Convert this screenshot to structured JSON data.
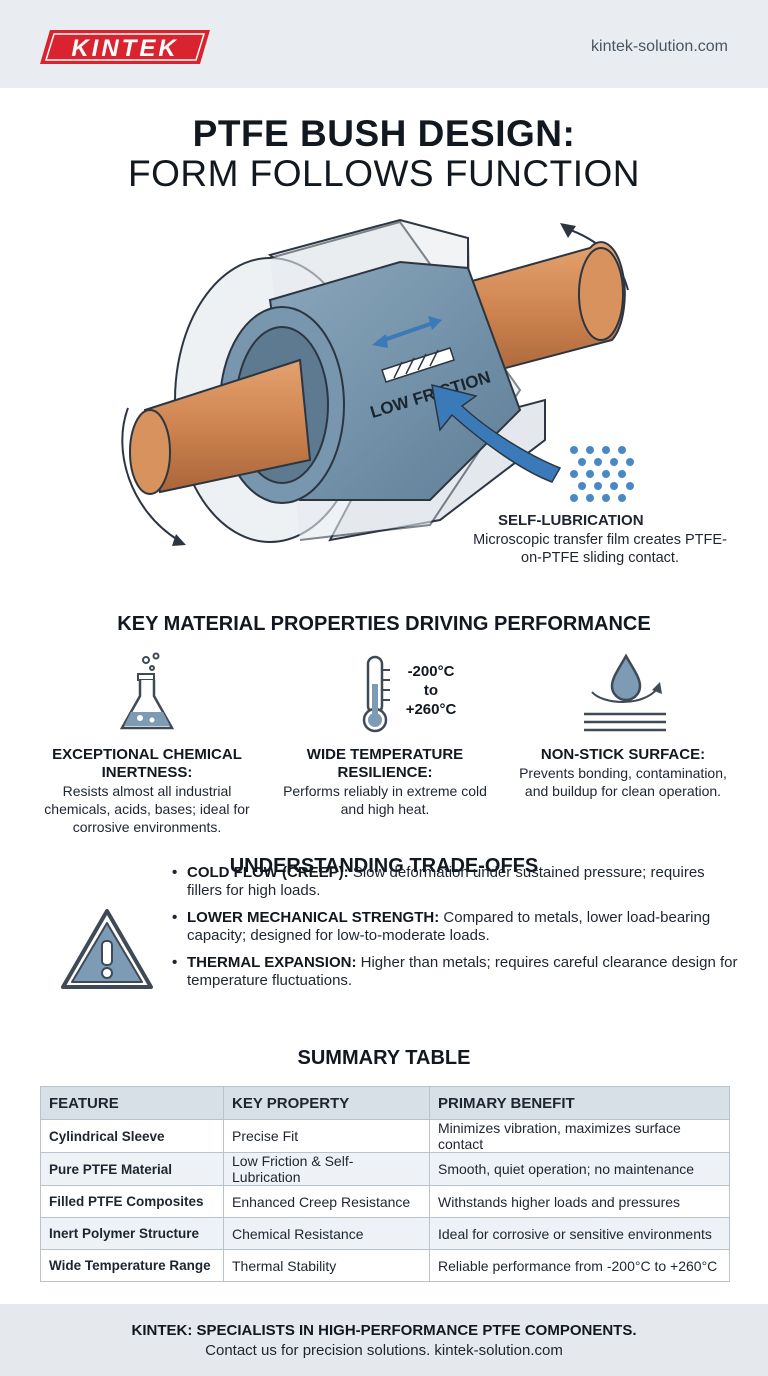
{
  "header": {
    "brand": "KINTEK",
    "url": "kintek-solution.com"
  },
  "title": {
    "line1": "PTFE BUSH DESIGN:",
    "line2": "FORM FOLLOWS FUNCTION"
  },
  "hero": {
    "bush_label": "LOW FRICTION",
    "self_lubrication": {
      "title": "SELF-LUBRICATION",
      "text": "Microscopic transfer film creates PTFE-on-PTFE sliding contact."
    }
  },
  "properties": {
    "title": "KEY MATERIAL PROPERTIES DRIVING PERFORMANCE",
    "items": [
      {
        "icon": "flask-icon",
        "title": "EXCEPTIONAL CHEMICAL INERTNESS:",
        "text": "Resists almost all industrial chemicals, acids, bases; ideal for corrosive environments."
      },
      {
        "icon": "thermometer-icon",
        "title": "WIDE TEMPERATURE RESILIENCE:",
        "text": "Performs reliably in extreme cold and high heat."
      },
      {
        "icon": "droplet-icon",
        "title": "NON-STICK SURFACE:",
        "text": "Prevents bonding, contamination, and buildup for clean operation."
      }
    ],
    "temp_range": {
      "low": "-200°C",
      "to": "to",
      "high": "+260°C"
    }
  },
  "tradeoffs": {
    "title": "UNDERSTANDING TRADE-OFFS",
    "icon": "warning-icon",
    "items": [
      {
        "term": "COLD FLOW (CREEP):",
        "text": "Slow deformation under sustained pressure; requires fillers for high loads."
      },
      {
        "term": "LOWER MECHANICAL STRENGTH:",
        "text": "Compared to metals, lower load-bearing capacity; designed for low-to-moderate loads."
      },
      {
        "term": "THERMAL EXPANSION:",
        "text": "Higher than metals; requires careful clearance design for temperature fluctuations."
      }
    ]
  },
  "summary": {
    "title": "SUMMARY TABLE",
    "headers": [
      "FEATURE",
      "KEY PROPERTY",
      "PRIMARY BENEFIT"
    ],
    "rows": [
      [
        "Cylindrical Sleeve",
        "Precise Fit",
        "Minimizes vibration, maximizes surface contact"
      ],
      [
        "Pure PTFE Material",
        "Low Friction & Self-Lubrication",
        "Smooth, quiet operation; no maintenance"
      ],
      [
        "Filled PTFE Composites",
        "Enhanced Creep Resistance",
        "Withstands higher loads and pressures"
      ],
      [
        "Inert Polymer Structure",
        "Chemical Resistance",
        "Ideal for corrosive or sensitive environments"
      ],
      [
        "Wide Temperature Range",
        "Thermal Stability",
        "Reliable performance from -200°C to +260°C"
      ]
    ]
  },
  "footer": {
    "line1": "KINTEK: SPECIALISTS IN HIGH-PERFORMANCE PTFE COMPONENTS.",
    "line2": "Contact us for precision solutions. kintek-solution.com"
  },
  "colors": {
    "brand_red": "#d9232e",
    "copper": "#cf8450",
    "ptfe_blue": "#6e8ea6",
    "accent_blue": "#3b7ab8"
  }
}
